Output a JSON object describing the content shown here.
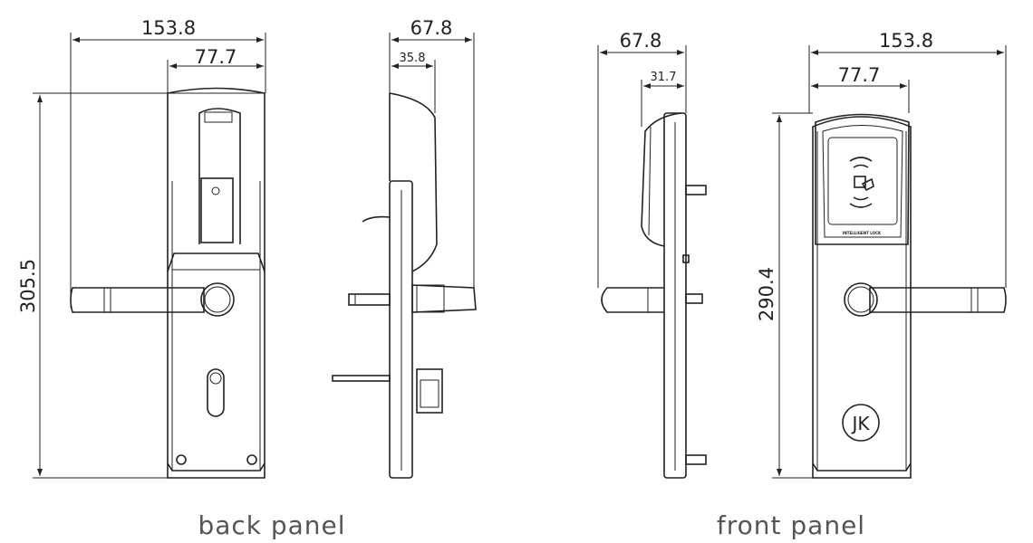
{
  "back_panel": {
    "label": "back panel",
    "dims": {
      "overall_width": "153.8",
      "half_width": "77.7",
      "height": "305.5"
    }
  },
  "side_back": {
    "dims": {
      "depth": "67.8",
      "body_depth": "35.8"
    }
  },
  "side_front": {
    "dims": {
      "depth": "67.8",
      "body_depth": "31.7"
    }
  },
  "front_panel": {
    "label": "front panel",
    "dims": {
      "overall_width": "153.8",
      "half_width": "77.7",
      "height": "290.4"
    },
    "reader_text": "INTELLIGENT LOCK",
    "logo": "JK"
  }
}
